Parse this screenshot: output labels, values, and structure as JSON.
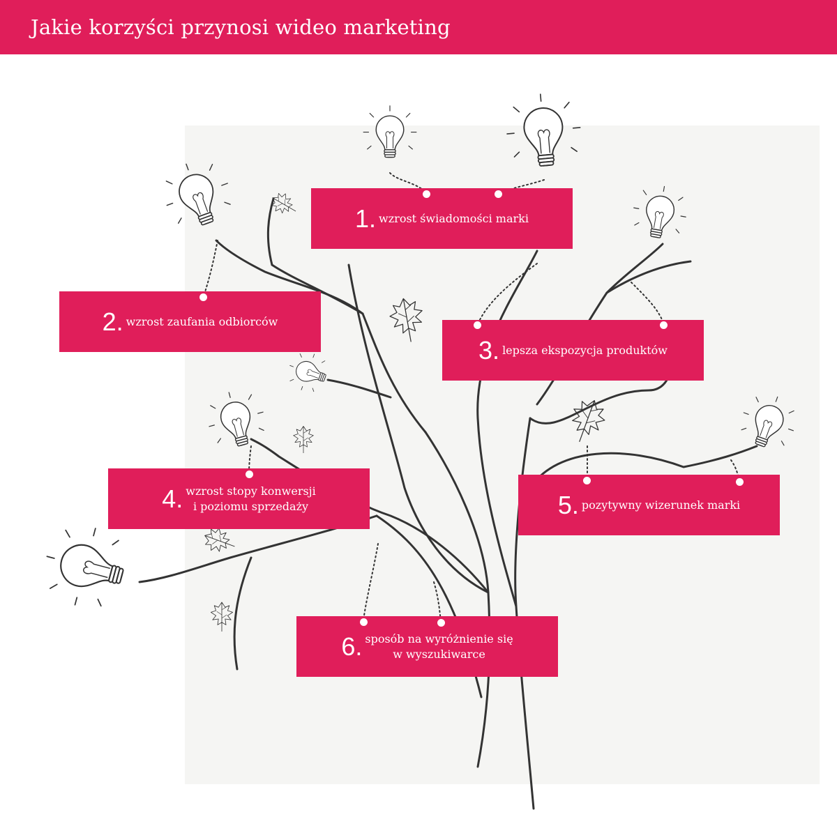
{
  "header": {
    "title": "Jakie korzyści przynosi wideo marketing"
  },
  "colors": {
    "accent": "#e01e5a",
    "panel": "#f5f5f3",
    "ink": "#2d2d2d"
  },
  "benefits": [
    {
      "number": "1.",
      "text": "wzrost świadomości marki"
    },
    {
      "number": "2.",
      "text": "wzrost zaufania odbiorców"
    },
    {
      "number": "3.",
      "text": "lepsza ekspozycja produktów"
    },
    {
      "number": "4.",
      "line1": "wzrost stopy konwersji",
      "line2": "i poziomu sprzedaży"
    },
    {
      "number": "5.",
      "text": "pozytywny wizerunek marki"
    },
    {
      "number": "6.",
      "line1": "sposób na wyróżnienie się",
      "line2": "w wyszukiwarce"
    }
  ],
  "icons": [
    "lightbulb-icon",
    "leaf-icon"
  ]
}
